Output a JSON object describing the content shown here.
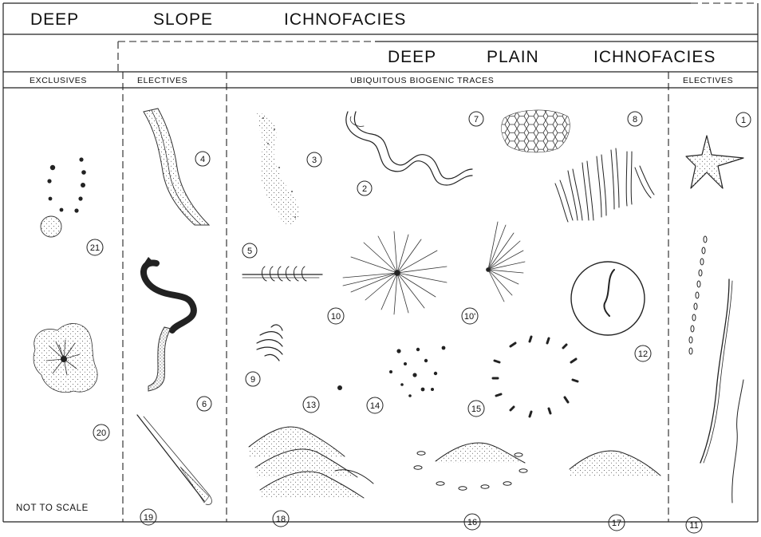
{
  "headers": {
    "deep_slope": [
      "DEEP",
      "SLOPE",
      "ICHNOFACIES"
    ],
    "deep_plain": [
      "DEEP",
      "PLAIN",
      "ICHNOFACIES"
    ]
  },
  "columns": {
    "exclusives": "EXCLUSIVES",
    "slope_electives": "ELECTIVES",
    "ubiquitous": "UBIQUITOUS  BIOGENIC  TRACES",
    "plain_electives": "ELECTIVES"
  },
  "note": "NOT TO SCALE",
  "labels": {
    "n1": "1",
    "n2": "2",
    "n3": "3",
    "n4": "4",
    "n5": "5",
    "n6": "6",
    "n7": "7",
    "n8": "8",
    "n9": "9",
    "n10": "10",
    "n10b": "10'",
    "n11": "11",
    "n12": "12",
    "n13": "13",
    "n14": "14",
    "n15": "15",
    "n16": "16",
    "n17": "17",
    "n18": "18",
    "n19": "19",
    "n20": "20",
    "n21": "21"
  }
}
